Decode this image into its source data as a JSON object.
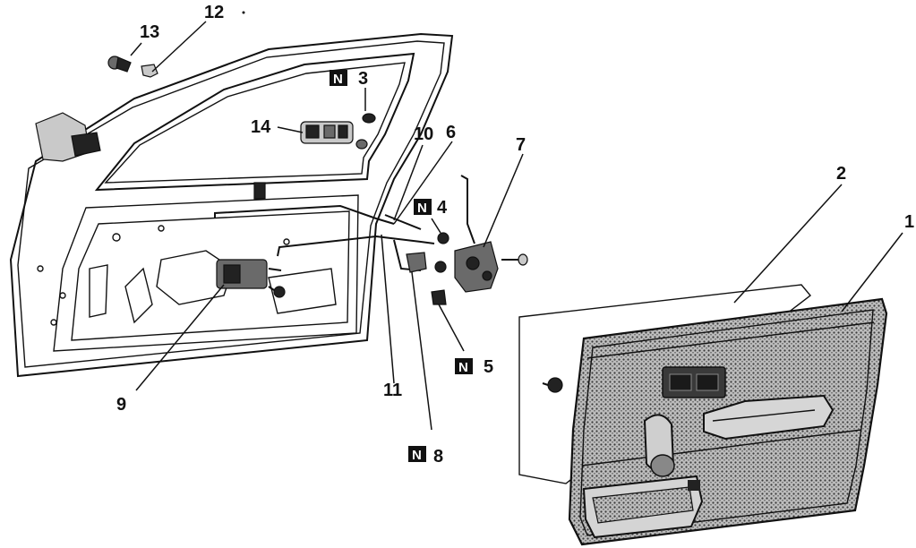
{
  "callouts": [
    {
      "id": "c1",
      "number": "1",
      "n_badge": false
    },
    {
      "id": "c2",
      "number": "2",
      "n_badge": false
    },
    {
      "id": "c3",
      "number": "3",
      "n_badge": true
    },
    {
      "id": "c4",
      "number": "4",
      "n_badge": true
    },
    {
      "id": "c5",
      "number": "5",
      "n_badge": true
    },
    {
      "id": "c6",
      "number": "6",
      "n_badge": false
    },
    {
      "id": "c7",
      "number": "7",
      "n_badge": false
    },
    {
      "id": "c8",
      "number": "8",
      "n_badge": true
    },
    {
      "id": "c9",
      "number": "9",
      "n_badge": false
    },
    {
      "id": "c10",
      "number": "10",
      "n_badge": false
    },
    {
      "id": "c11",
      "number": "11",
      "n_badge": false
    },
    {
      "id": "c12",
      "number": "12",
      "n_badge": false
    },
    {
      "id": "c13",
      "number": "13",
      "n_badge": false
    },
    {
      "id": "c14",
      "number": "14",
      "n_badge": false
    }
  ],
  "badge_letter": "N",
  "style": {
    "ink": "#111111",
    "background": "#ffffff"
  }
}
